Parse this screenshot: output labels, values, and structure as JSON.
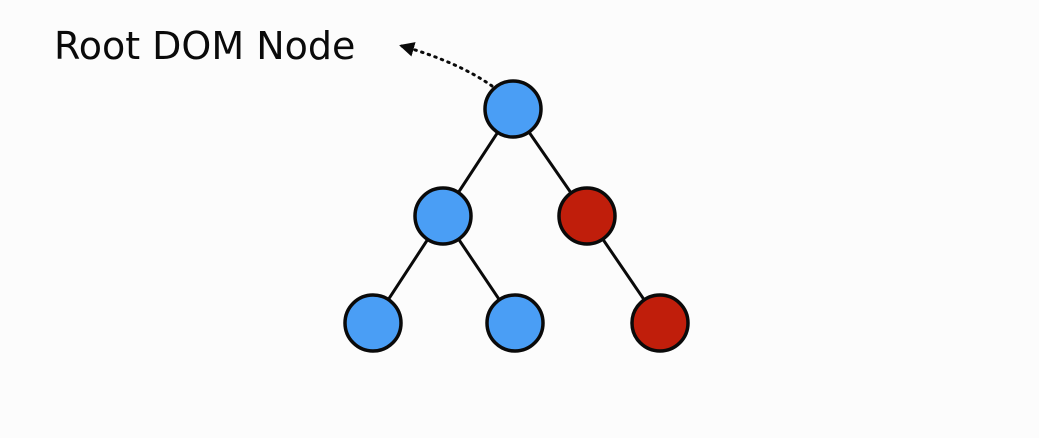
{
  "label": {
    "text": "Root DOM Node"
  },
  "colors": {
    "background": "#fcfcfc",
    "outline": "#0a0a0a",
    "node_default": "#4a9ef5",
    "node_highlighted": "#c01e0b"
  },
  "tree": {
    "root": "root",
    "nodes": [
      {
        "id": "root",
        "state": "default"
      },
      {
        "id": "left-child",
        "state": "default",
        "parent": "root"
      },
      {
        "id": "right-child",
        "state": "highlighted",
        "parent": "root"
      },
      {
        "id": "left-left-leaf",
        "state": "default",
        "parent": "left-child"
      },
      {
        "id": "left-right-leaf",
        "state": "default",
        "parent": "left-child"
      },
      {
        "id": "right-right-leaf",
        "state": "highlighted",
        "parent": "right-child"
      }
    ]
  }
}
